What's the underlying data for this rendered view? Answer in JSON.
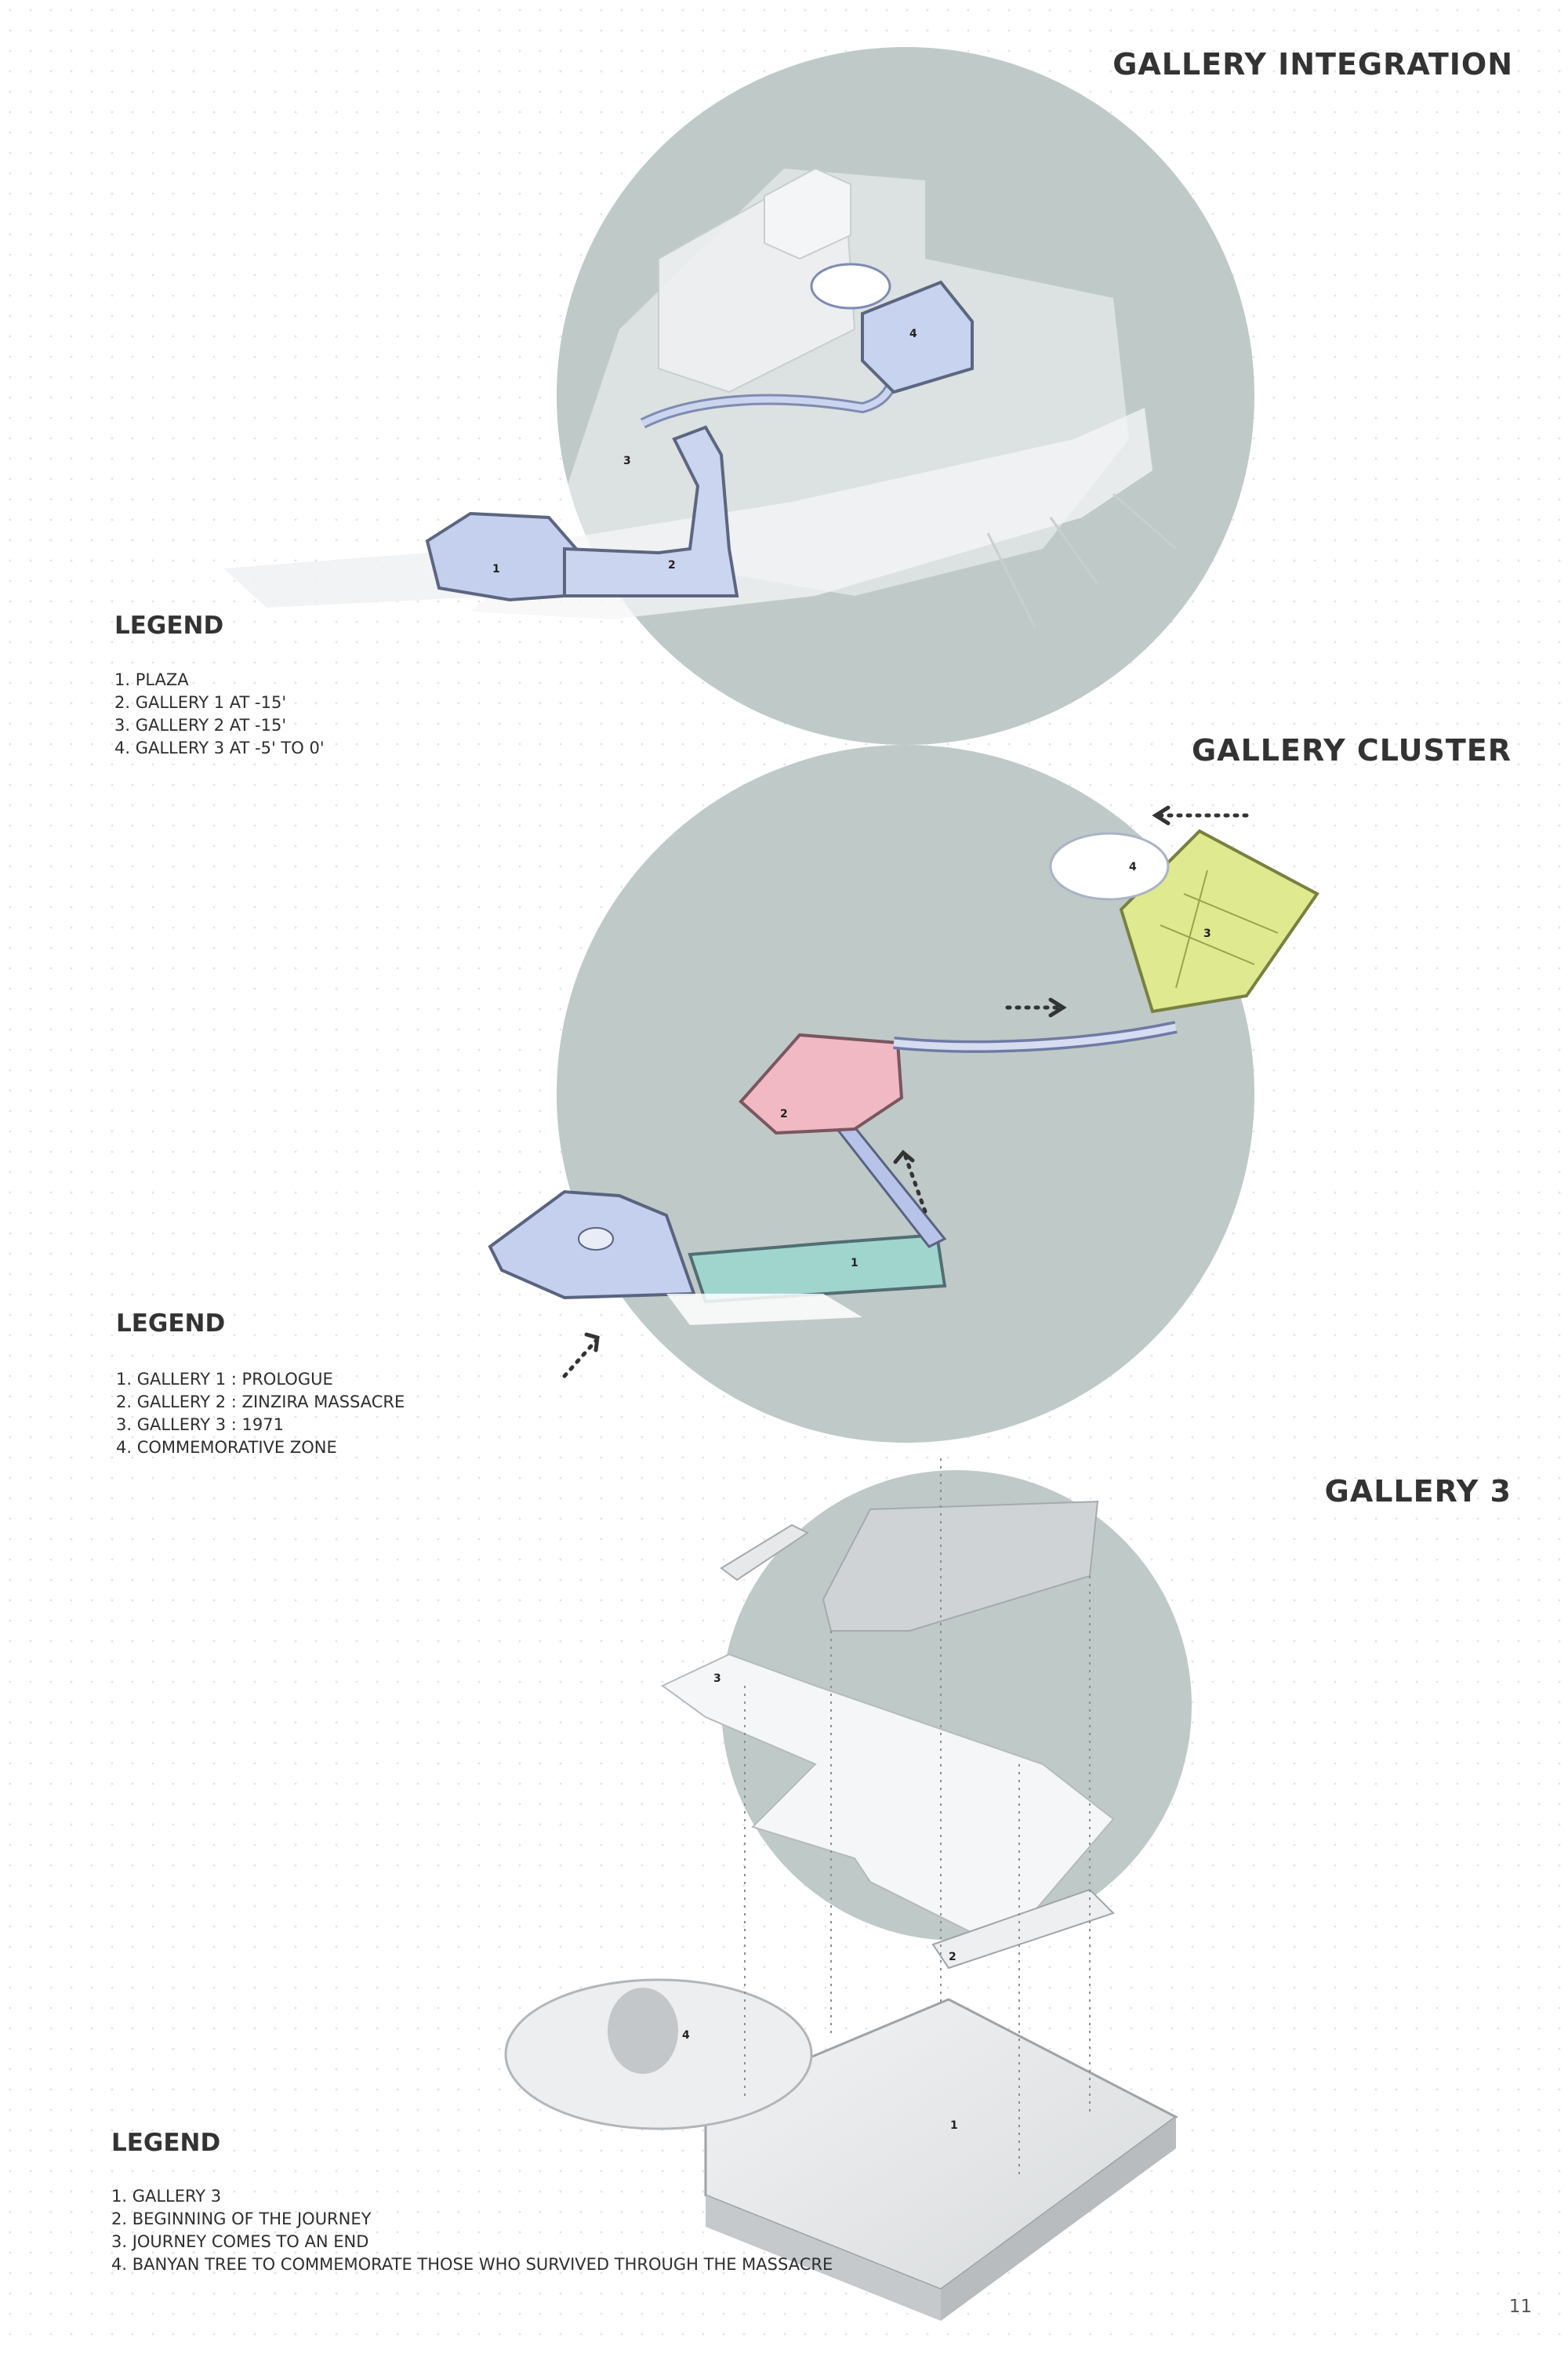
{
  "sections": {
    "integration": {
      "title": "GALLERY INTEGRATION",
      "legend_title": "LEGEND",
      "items": [
        "1. PLAZA",
        "2. GALLERY 1 AT -15'",
        "3. GALLERY 2 AT -15'",
        "4. GALLERY 3 AT -5' TO 0'"
      ],
      "markers": [
        "1",
        "2",
        "3",
        "4"
      ]
    },
    "cluster": {
      "title": "GALLERY CLUSTER",
      "legend_title": "LEGEND",
      "items": [
        "1. GALLERY 1 : PROLOGUE",
        "2. GALLERY 2 : ZINZIRA MASSACRE",
        "3. GALLERY 3 : 1971",
        "4. COMMEMORATIVE ZONE"
      ],
      "markers": [
        "1",
        "2",
        "3",
        "4"
      ]
    },
    "gallery3": {
      "title": "GALLERY 3",
      "legend_title": "LEGEND",
      "items": [
        "1. GALLERY 3",
        "2. BEGINNING OF THE JOURNEY",
        "3. JOURNEY COMES TO AN END",
        "4. BANYAN TREE TO COMMEMORATE THOSE WHO SURVIVED THROUGH THE MASSACRE"
      ],
      "markers": [
        "1",
        "2",
        "3",
        "4"
      ]
    }
  },
  "page_number": "11",
  "colors": {
    "circle": "#bfc9c8",
    "gallery1": "#9fd6cf",
    "gallery2": "#f0b9c4",
    "gallery3": "#dfe98f",
    "path": "#a9b7e0"
  }
}
